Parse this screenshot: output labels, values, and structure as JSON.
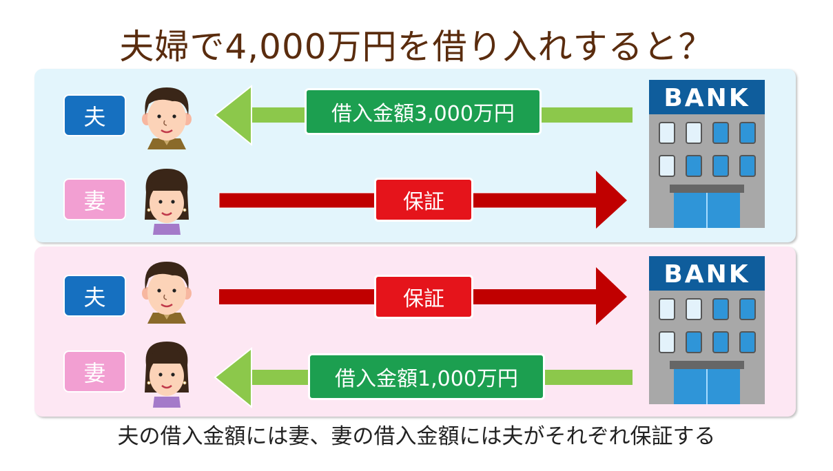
{
  "title": "夫婦で4,000万円を借り入れすると？",
  "panels": [
    {
      "rows": [
        {
          "badge": "夫",
          "role": "husband",
          "arrow": "from-bank",
          "label": "借入金額3,000万円"
        },
        {
          "badge": "妻",
          "role": "wife",
          "arrow": "to-bank",
          "label": "保証"
        }
      ],
      "bank_sign": "BANK"
    },
    {
      "rows": [
        {
          "badge": "夫",
          "role": "husband",
          "arrow": "to-bank",
          "label": "保証"
        },
        {
          "badge": "妻",
          "role": "wife",
          "arrow": "from-bank",
          "label": "借入金額1,000万円"
        }
      ],
      "bank_sign": "BANK"
    }
  ],
  "caption": "夫の借入金額には妻、妻の借入金額には夫がそれぞれ保証する",
  "colors": {
    "title": "#5a2c0e",
    "husband": "#1670c0",
    "wife": "#f29fd2",
    "loan": "#1c9f50",
    "guarantee": "#e5141b",
    "loan_arrow": "#8cc84b",
    "guarantee_arrow": "#c00000"
  }
}
